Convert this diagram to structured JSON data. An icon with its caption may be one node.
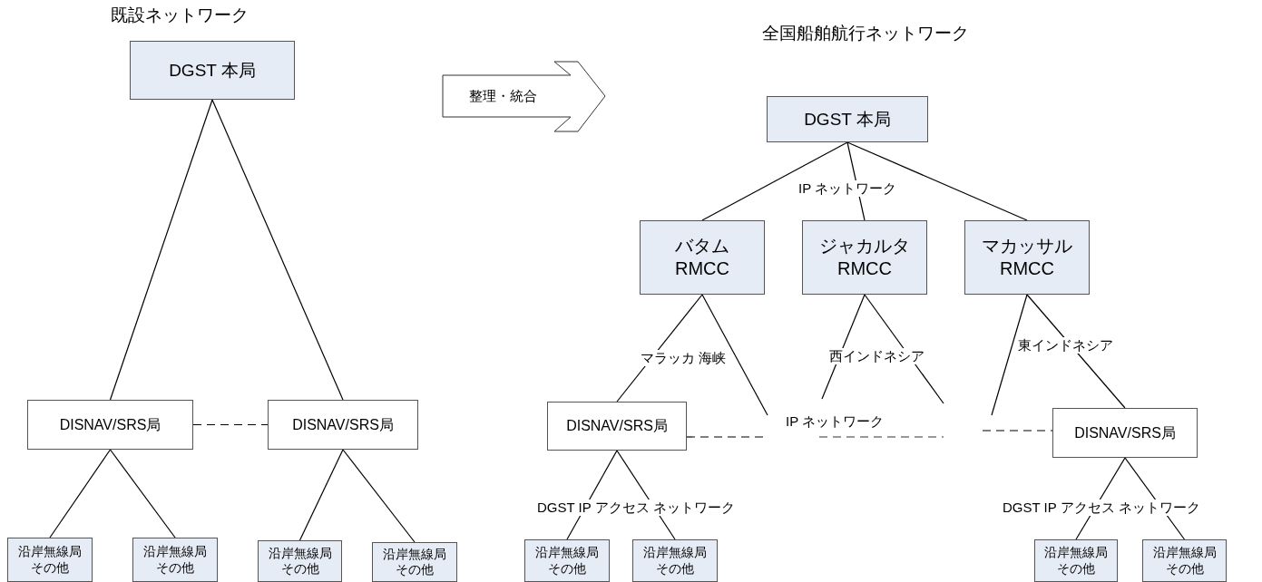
{
  "diagram": {
    "nodes": [
      {
        "text": [
          "DGST 本局"
        ]
      },
      {
        "text": [
          "DISNAV/SRS局"
        ]
      },
      {
        "text": [
          "DISNAV/SRS局"
        ]
      },
      {
        "text": [
          "沿岸無線局その他"
        ]
      },
      {
        "text": [
          "沿岸無線局その他"
        ]
      },
      {
        "text": [
          "沿岸無線局その他"
        ]
      },
      {
        "text": [
          "沿岸無線局その他"
        ]
      },
      {
        "text": [
          "整理・統合"
        ]
      },
      {
        "text": [
          "DGST 本局"
        ]
      },
      {
        "text": [
          "バタム RMCC"
        ]
      },
      {
        "text": [
          "ジャカルタ RMCC"
        ]
      },
      {
        "text": [
          "マカッサル RMCC"
        ]
      },
      {
        "text": [
          "DISNAV/SRS局"
        ]
      },
      {
        "text": [
          "DISNAV/SRS局"
        ]
      },
      {
        "text": [
          "沿岸無線局その他"
        ]
      },
      {
        "text": [
          "沿岸無線局その他"
        ]
      },
      {
        "text": [
          "沿岸無線局その他"
        ]
      },
      {
        "text": [
          "沿岸無線局その他"
        ]
      }
    ],
    "edges": [
      {
        "from": 0,
        "to": 1,
        "arrow": "none"
      },
      {
        "from": 0,
        "to": 2,
        "arrow": "none"
      },
      {
        "from": 1,
        "to": 2,
        "arrow": "none",
        "style": "dashed"
      },
      {
        "from": 1,
        "to": 3,
        "arrow": "none"
      },
      {
        "from": 1,
        "to": 4,
        "arrow": "none"
      },
      {
        "from": 2,
        "to": 5,
        "arrow": "none"
      },
      {
        "from": 2,
        "to": 6,
        "arrow": "none"
      },
      {
        "from": 8,
        "to": 9,
        "arrow": "none"
      },
      {
        "from": 8,
        "to": 10,
        "arrow": "none"
      },
      {
        "from": 8,
        "to": 11,
        "arrow": "none"
      },
      {
        "from": 9,
        "to": 12,
        "arrow": "none"
      },
      {
        "from": 9,
        "to": null,
        "arrow": "none"
      },
      {
        "from": 10,
        "to": null,
        "arrow": "none"
      },
      {
        "from": 10,
        "to": null,
        "arrow": "none"
      },
      {
        "from": 11,
        "to": null,
        "arrow": "none"
      },
      {
        "from": 11,
        "to": 13,
        "arrow": "none"
      },
      {
        "from": 12,
        "to": null,
        "arrow": "none",
        "style": "dashed"
      },
      {
        "from": null,
        "to": 13,
        "arrow": "none",
        "style": "dashed"
      },
      {
        "from": 12,
        "to": 14,
        "arrow": "none"
      },
      {
        "from": 12,
        "to": 15,
        "arrow": "none"
      },
      {
        "from": 13,
        "to": 16,
        "arrow": "none"
      },
      {
        "from": 13,
        "to": 17,
        "arrow": "none"
      }
    ],
    "labels": [
      "既設ネットワーク",
      "全国船舶航行ネットワーク",
      "IP ネットワーク",
      "マラッカ 海峡",
      "西インドネシア",
      "東インドネシア",
      "IP ネットワーク",
      "DGST IP アクセス ネットワーク",
      "DGST IP アクセス ネットワーク"
    ]
  }
}
